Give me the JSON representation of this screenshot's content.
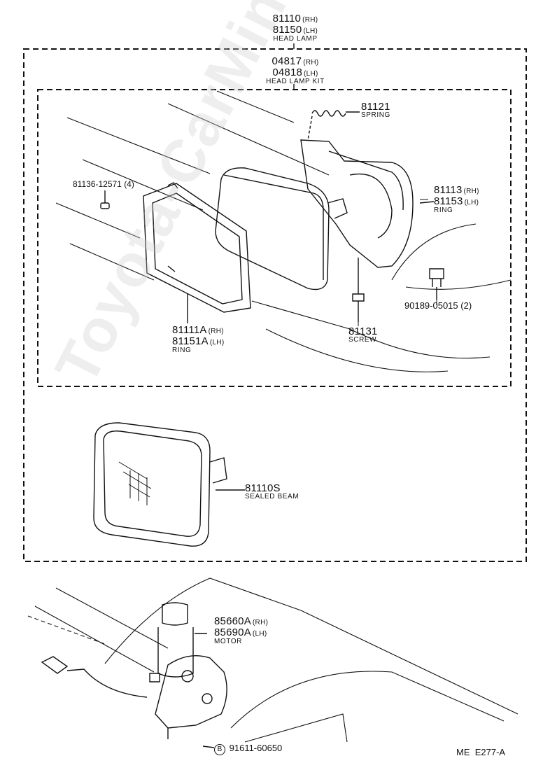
{
  "parts": {
    "head_lamp": {
      "rh_number": "81110",
      "rh_suffix": "(RH)",
      "lh_number": "81150",
      "lh_suffix": "(LH)",
      "name": "HEAD LAMP"
    },
    "head_lamp_kit": {
      "rh_number": "04817",
      "rh_suffix": "(RH)",
      "lh_number": "04818",
      "lh_suffix": "(LH)",
      "name": "HEAD LAMP KIT"
    },
    "spring": {
      "number": "81121",
      "name": "SPRING"
    },
    "screw_small": {
      "number": "81136-12571",
      "qty": "(4)"
    },
    "ring_rear": {
      "rh_number": "81113",
      "rh_suffix": "(RH)",
      "lh_number": "81153",
      "lh_suffix": "(LH)",
      "name": "RING"
    },
    "clip": {
      "number": "90189-05015",
      "qty": "(2)"
    },
    "ring_front": {
      "rh_number": "81111A",
      "rh_suffix": "(RH)",
      "lh_number": "81151A",
      "lh_suffix": "(LH)",
      "name": "RING"
    },
    "screw": {
      "number": "81131",
      "name": "SCREW"
    },
    "sealed_beam": {
      "number": "81110S",
      "name": "SEALED BEAM"
    },
    "motor": {
      "rh_number": "85660A",
      "rh_suffix": "(RH)",
      "lh_number": "85690A",
      "lh_suffix": "(LH)",
      "name": "MOTOR"
    },
    "bolt": {
      "marker": "B",
      "number": "91611-60650"
    }
  },
  "footer_code": "ME  E277-A",
  "watermark": "Toyota-CarMine.ru"
}
